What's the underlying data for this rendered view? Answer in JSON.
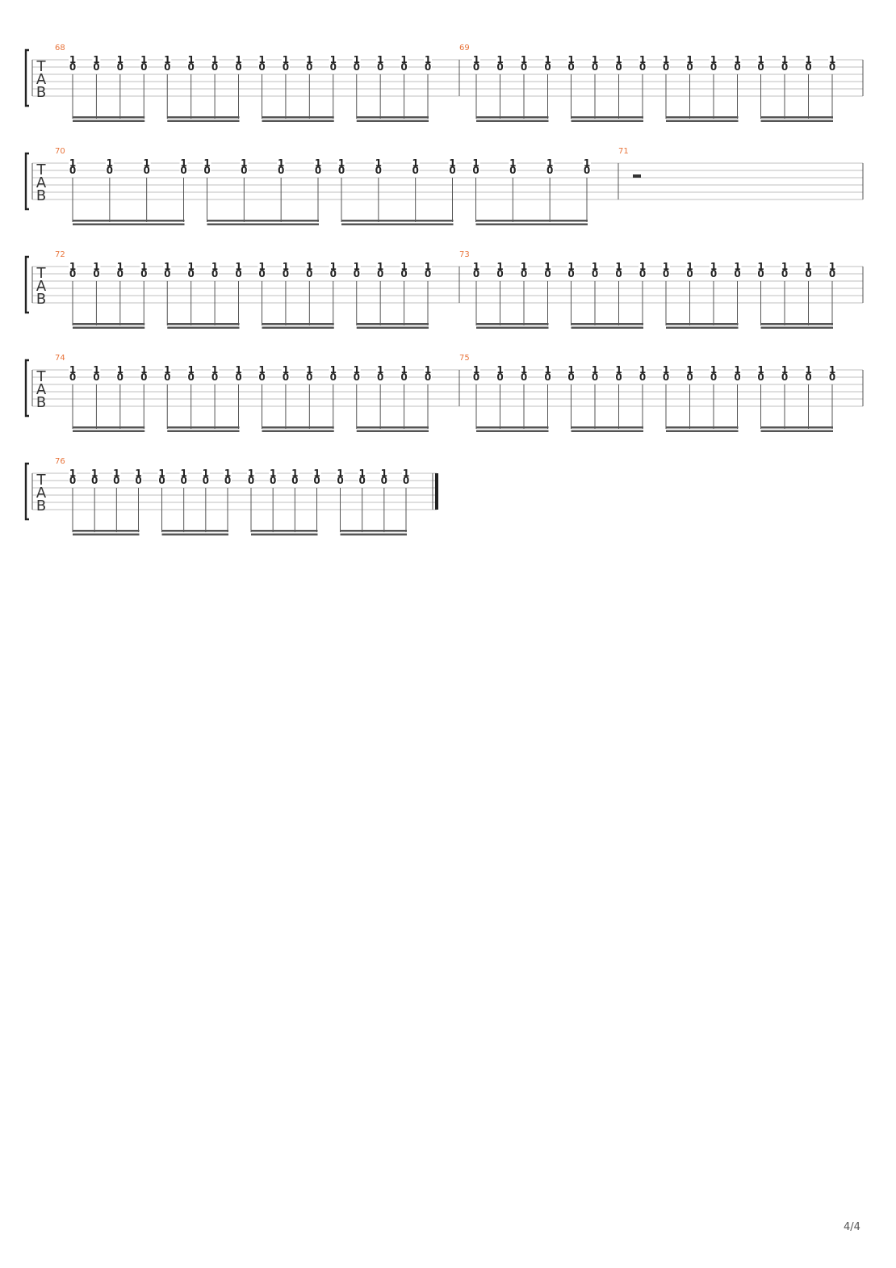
{
  "document": {
    "type": "guitar-tablature",
    "page_number": "4/4",
    "clef_letters": [
      "T",
      "A",
      "B"
    ],
    "colors": {
      "measure_number": "#e8743b",
      "staff_line": "#bfbfbf",
      "barline": "#555555",
      "stem": "#555555",
      "beam": "#555555",
      "fret_number": "#222222",
      "bracket": "#222222"
    }
  },
  "systems": [
    {
      "measures": [
        {
          "number": "68",
          "groups": 4,
          "notes_per_group": 4,
          "notes": [
            {
              "string": 1,
              "fret": "1"
            },
            {
              "string": 2,
              "fret": "0"
            }
          ]
        },
        {
          "number": "69",
          "groups": 4,
          "notes_per_group": 4,
          "notes": [
            {
              "string": 1,
              "fret": "1"
            },
            {
              "string": 2,
              "fret": "0"
            }
          ]
        }
      ]
    },
    {
      "measures": [
        {
          "number": "70",
          "groups": 4,
          "notes_per_group": 4,
          "notes": [
            {
              "string": 1,
              "fret": "1"
            },
            {
              "string": 2,
              "fret": "0"
            }
          ]
        },
        {
          "number": "71",
          "rest": "whole-rest"
        }
      ]
    },
    {
      "measures": [
        {
          "number": "72",
          "groups": 4,
          "notes_per_group": 4,
          "notes": [
            {
              "string": 1,
              "fret": "1"
            },
            {
              "string": 2,
              "fret": "0"
            }
          ]
        },
        {
          "number": "73",
          "groups": 4,
          "notes_per_group": 4,
          "notes": [
            {
              "string": 1,
              "fret": "1"
            },
            {
              "string": 2,
              "fret": "0"
            }
          ]
        }
      ]
    },
    {
      "measures": [
        {
          "number": "74",
          "groups": 4,
          "notes_per_group": 4,
          "notes": [
            {
              "string": 1,
              "fret": "1"
            },
            {
              "string": 2,
              "fret": "0"
            }
          ]
        },
        {
          "number": "75",
          "groups": 4,
          "notes_per_group": 4,
          "notes": [
            {
              "string": 1,
              "fret": "1"
            },
            {
              "string": 2,
              "fret": "0"
            }
          ]
        }
      ]
    },
    {
      "final_barline": true,
      "measures": [
        {
          "number": "76",
          "groups": 4,
          "notes_per_group": 4,
          "notes": [
            {
              "string": 1,
              "fret": "1"
            },
            {
              "string": 2,
              "fret": "0"
            }
          ]
        }
      ]
    }
  ]
}
